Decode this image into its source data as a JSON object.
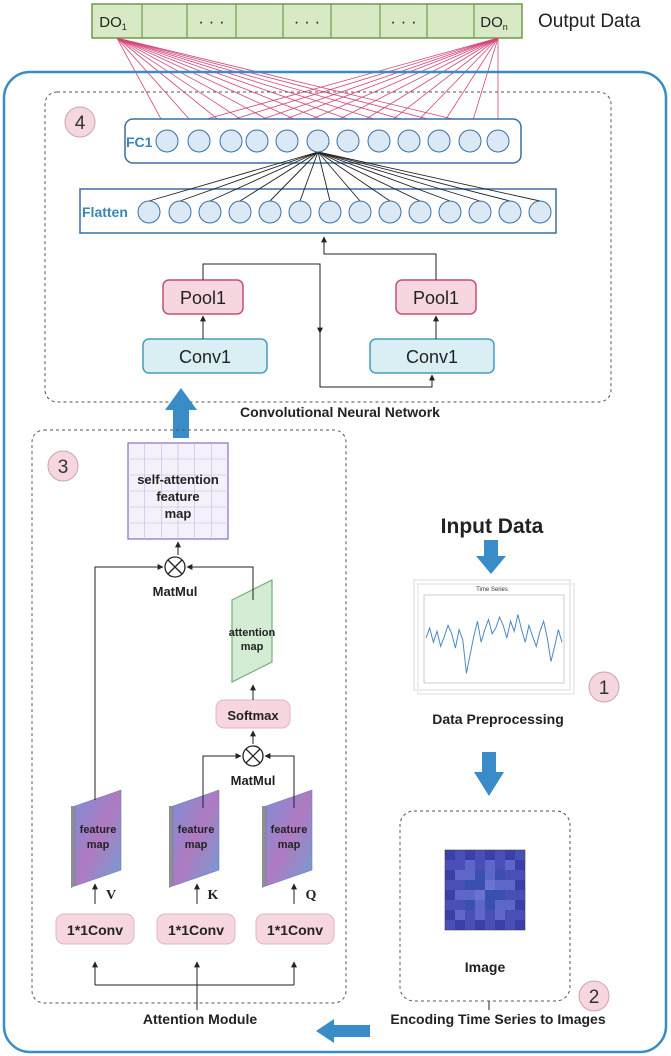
{
  "output": {
    "cells": [
      "DO",
      "",
      "· · ·",
      "",
      "· · ·",
      "",
      "· · ·",
      "",
      "DO"
    ],
    "first_sub": "1",
    "last_sub": "n",
    "label": "Output Data"
  },
  "cnn": {
    "badge": "4",
    "fc_label": "FC1",
    "flatten_label": "Flatten",
    "pool_left": "Pool1",
    "pool_right": "Pool1",
    "conv_left": "Conv1",
    "conv_right": "Conv1",
    "caption": "Convolutional Neural Network"
  },
  "attention": {
    "badge": "3",
    "sa_map": [
      "self-attention",
      "feature",
      "map"
    ],
    "matmul_top": "MatMul",
    "attention_map": [
      "attention",
      "map"
    ],
    "softmax": "Softmax",
    "matmul_bottom": "MatMul",
    "feature_map": [
      "feature",
      "map"
    ],
    "letters": [
      "V",
      "K",
      "Q"
    ],
    "conv": "1*1Conv",
    "caption": "Attention Module"
  },
  "input": {
    "title": "Input Data",
    "plot_title": "Time Series",
    "badge": "1",
    "caption": "Data Preprocessing"
  },
  "encoding": {
    "image_label": "Image",
    "badge": "2",
    "caption": "Encoding Time Series to Images"
  },
  "colors": {
    "frame": "#3a8cc8",
    "arrow": "#3a8cc8",
    "conv_fill": "#daeff4",
    "conv_stroke": "#4a9bbd",
    "pool_fill": "#f6d6df",
    "pool_stroke": "#c64f73",
    "label_blue": "#3a86b8",
    "neuron_fill": "#dbe8f5",
    "neuron_stroke": "#3a6fa3",
    "red_line": "#d4457a",
    "output_fill": "#d7e9c5",
    "output_stroke": "#6f9a4c"
  }
}
